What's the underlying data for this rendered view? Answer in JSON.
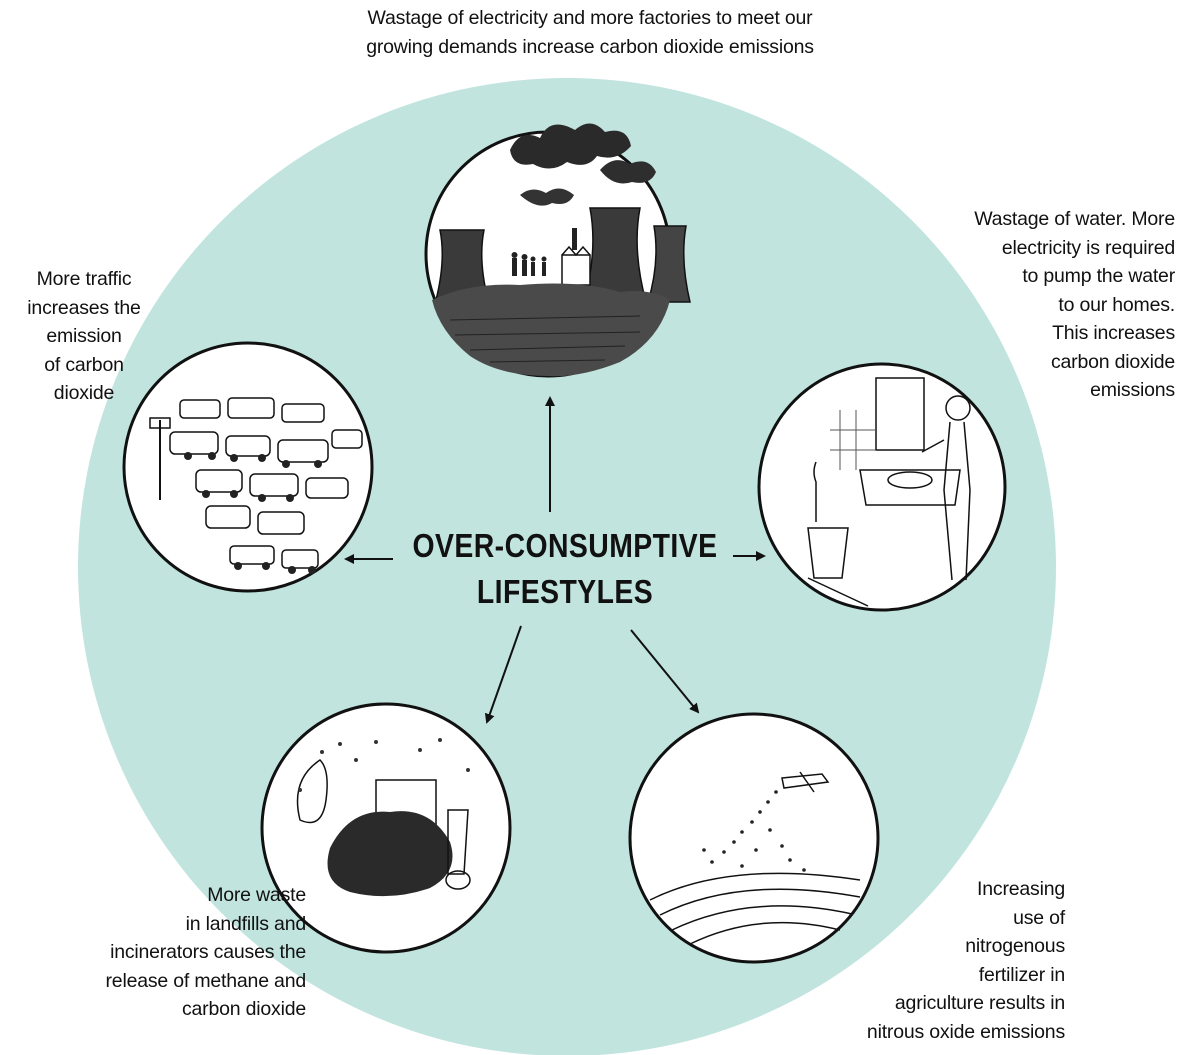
{
  "central_label": {
    "line1": "OVER-CONSUMPTIVE",
    "line2": "LIFESTYLES"
  },
  "captions": {
    "top": "Wastage of electricity and more factories to meet our\ngrowing demands increase carbon dioxide emissions",
    "left": "More traffic\nincreases the\nemission\nof carbon\ndioxide",
    "right": "Wastage of water. More\nelectricity is required\nto pump the water\nto our homes.\nThis increases\ncarbon dioxide\nemissions",
    "bottom_left": "More waste\nin landfills and\nincinerators causes the\nrelease of methane and\ncarbon dioxide",
    "bottom_right": "Increasing\nuse of\nnitrogenous\nfertilizer in\nagriculture results in\nnitrous oxide emissions"
  },
  "colors": {
    "background_disc": "#c1e4df",
    "ink": "#111111"
  },
  "illustrations": [
    "factory-smokestacks",
    "traffic-jam",
    "water-wastage-sink",
    "garbage-pile",
    "fertilizer-crop-dusting"
  ]
}
